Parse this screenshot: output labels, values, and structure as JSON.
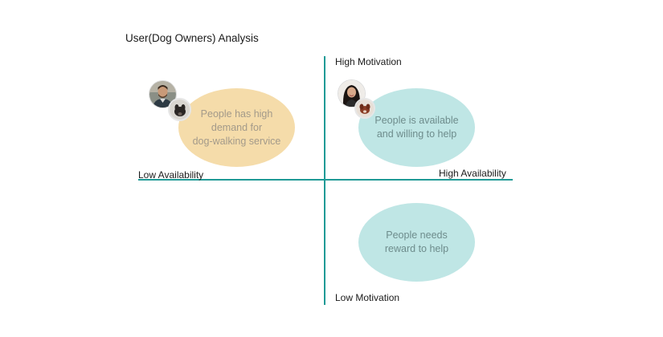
{
  "title": "User(Dog Owners) Analysis",
  "axes": {
    "top": "High Motivation",
    "bottom": "Low Motivation",
    "left": "Low Availability",
    "right": "High Availability",
    "color": "#1f9a96"
  },
  "quadrants": [
    {
      "lines": [
        "People has high",
        "demand for",
        "dog-walking service"
      ],
      "color": "#f5dcaa"
    },
    {
      "lines": [
        "People is available",
        "and willing to help"
      ],
      "color": "#bfe6e5"
    },
    {
      "lines": [
        "People needs",
        "reward to help"
      ],
      "color": "#bfe6e5"
    }
  ],
  "avatars": [
    "man-avatar-photo",
    "dog-avatar-photo",
    "woman-avatar-photo",
    "dog-avatar-photo"
  ]
}
